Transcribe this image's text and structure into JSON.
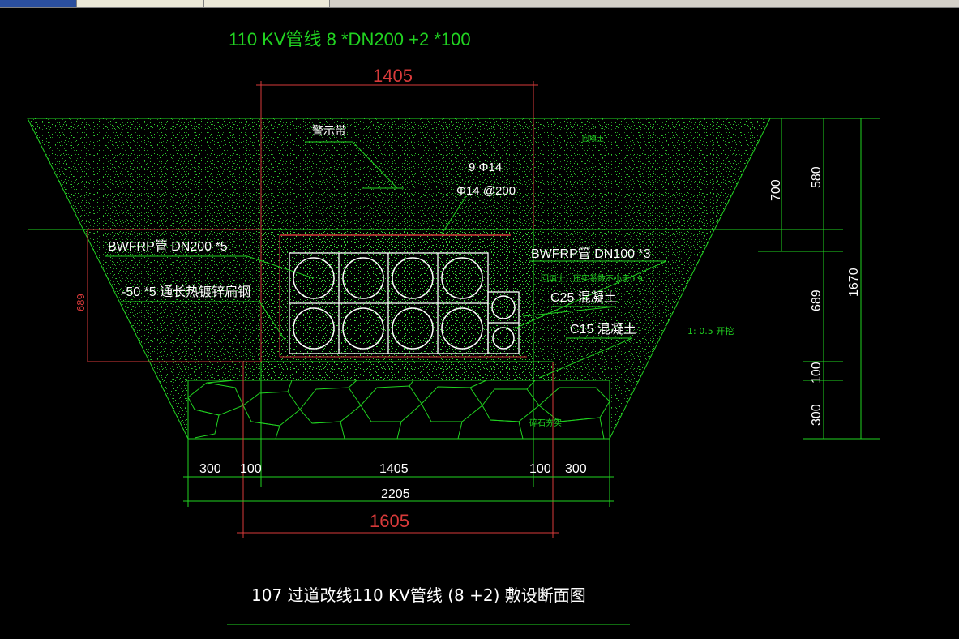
{
  "tabs": [
    "",
    "",
    ""
  ],
  "drawing": {
    "title_top": "110 KV管线 8 *DN200 +2 *100",
    "dim_top_red": "1405",
    "warning_tape": "警示带",
    "rebar_main": "9 Φ14",
    "rebar_stirrup": "Φ14 @200",
    "pipe_large": "BWFRP管 DN200 *5",
    "flat_steel": "-50 *5 通长热镀锌扁钢",
    "pipe_small": "BWFRP管 DN100 *3",
    "backfill_note": "回填土，压实系数不小于0.9",
    "backfill": "回填土",
    "c25": "C25 混凝土",
    "c15": "C15 混凝土",
    "slope": "1: 0.5 开挖",
    "gravel": "碎石夯实",
    "dim_left_red": "689",
    "dim_right": [
      "700",
      "580",
      "689",
      "100",
      "300",
      "1670"
    ],
    "dim_bottom_row": [
      "300",
      "100",
      "1405",
      "100",
      "300"
    ],
    "dim_total": "2205",
    "dim_total_red": "1605",
    "caption": "107 过道改线110 KV管线 (8 +2) 敷设断面图"
  }
}
